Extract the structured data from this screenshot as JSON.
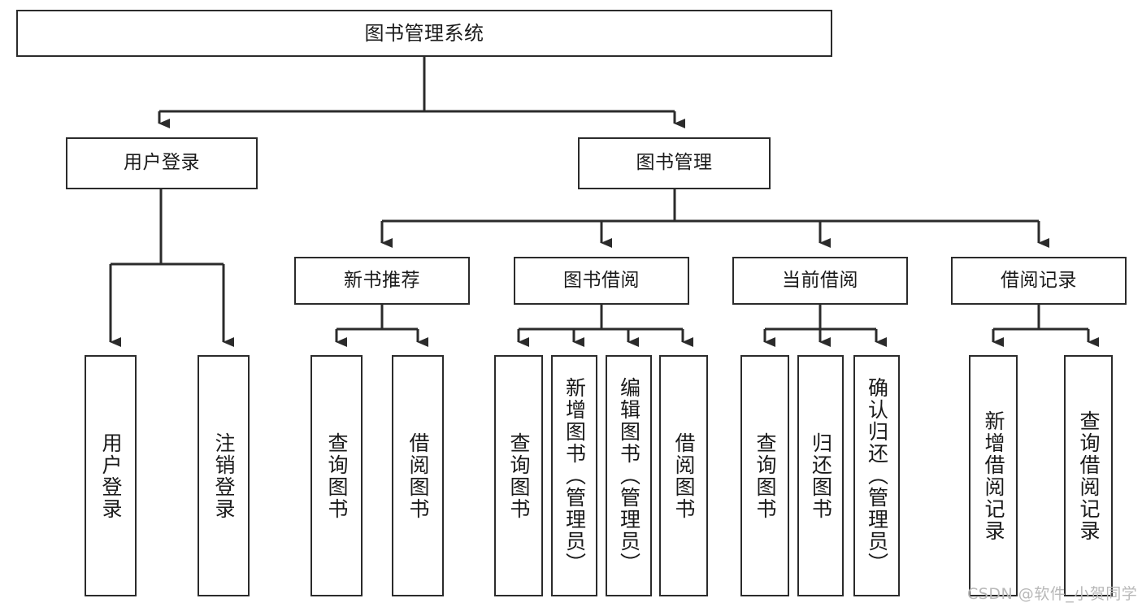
{
  "diagram": {
    "title": "图书管理系统",
    "type": "hierarchy-tree",
    "colors": {
      "stroke": "#2b2b2b",
      "fill": "#ffffff",
      "text": "#1a1a1a",
      "watermark": "#b8b8b8"
    },
    "root": {
      "label": "图书管理系统"
    },
    "level2": [
      {
        "label": "用户登录"
      },
      {
        "label": "图书管理"
      }
    ],
    "level3": [
      {
        "label": "新书推荐"
      },
      {
        "label": "图书借阅"
      },
      {
        "label": "当前借阅"
      },
      {
        "label": "借阅记录"
      }
    ],
    "leaves": {
      "user_login": [
        {
          "label": "用户登录"
        },
        {
          "label": "注销登录"
        }
      ],
      "new_book_recommend": [
        {
          "label": "查询图书"
        },
        {
          "label": "借阅图书"
        }
      ],
      "book_borrow": [
        {
          "label": "查询图书"
        },
        {
          "label": "新增图书（管理员）"
        },
        {
          "label": "编辑图书（管理员）"
        },
        {
          "label": "借阅图书"
        }
      ],
      "current_borrow": [
        {
          "label": "查询图书"
        },
        {
          "label": "归还图书"
        },
        {
          "label": "确认归还（管理员）"
        }
      ],
      "borrow_record": [
        {
          "label": "新增借阅记录"
        },
        {
          "label": "查询借阅记录"
        }
      ]
    },
    "watermark": {
      "text": "CSDN @软件_小贺同学"
    }
  }
}
